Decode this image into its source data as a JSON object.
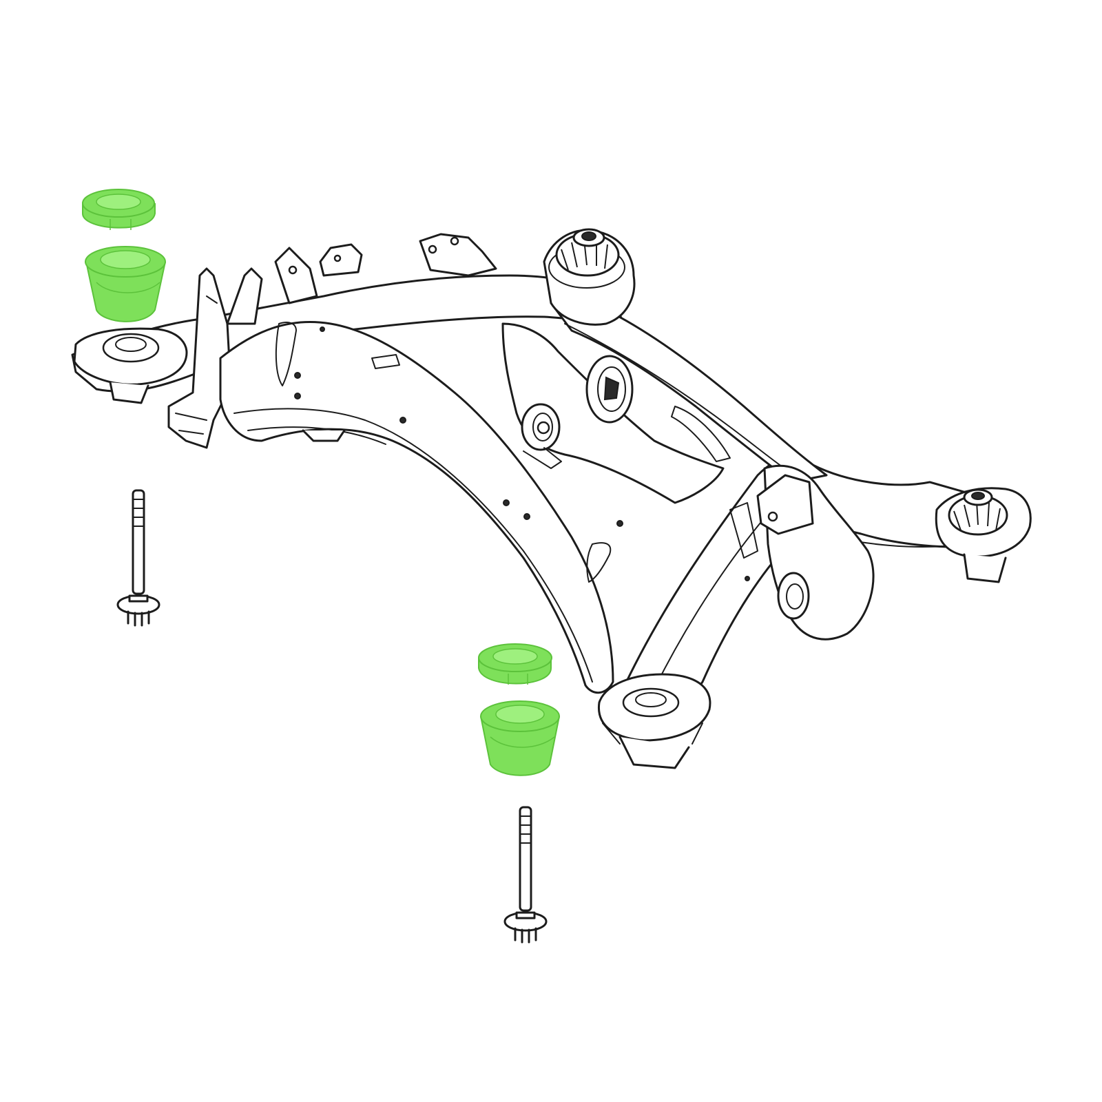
{
  "diagram": {
    "subject": "rear-subframe-exploded-view",
    "highlight_color": "#7ee05a",
    "highlight_edge": "#5cc23b",
    "line_color": "#1c1c1c",
    "background": "#ffffff",
    "highlighted_parts": [
      {
        "group": "rear-left",
        "parts": [
          "upper-bushing",
          "lower-bushing"
        ]
      },
      {
        "group": "front-center",
        "parts": [
          "upper-bushing",
          "lower-bushing"
        ]
      }
    ],
    "fasteners": [
      "mounting-bolt-left",
      "mounting-bolt-center"
    ]
  }
}
